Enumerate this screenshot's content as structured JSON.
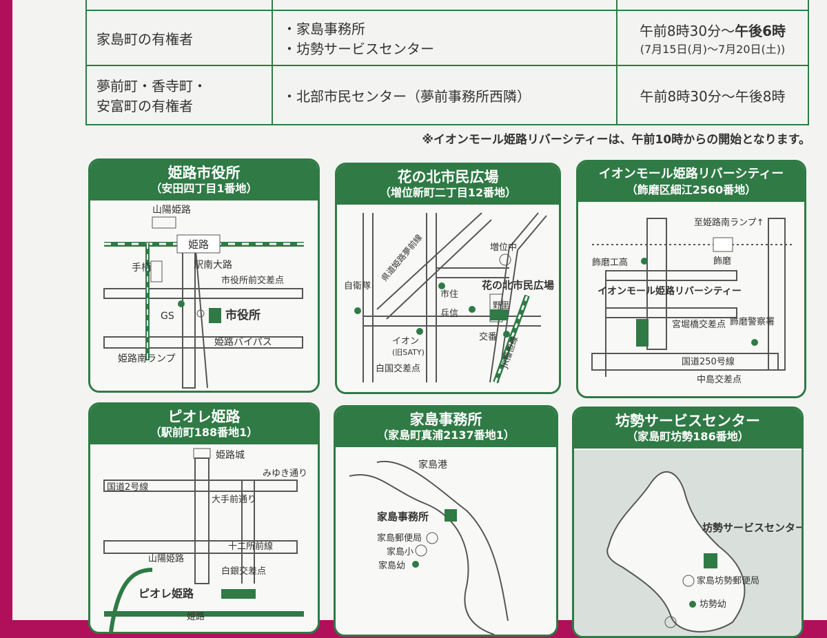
{
  "schedule": {
    "rows": [
      {
        "who": "家島町の有権者",
        "places": [
          "・家島事務所",
          "・坊勢サービスセンター"
        ],
        "time_a": "午前8時30分～",
        "time_b": "午後6時",
        "dates": "(7月15日(月)～7月20日(土))"
      },
      {
        "who_lines": [
          "夢前町・香寺町・",
          "安富町の有権者"
        ],
        "places": [
          "・北部市民センター（夢前事務所西隣）"
        ],
        "time": "午前8時30分～午後8時"
      }
    ],
    "note": "※イオンモール姫路リバーシティーは、午前10時からの開始となります。"
  },
  "cards": {
    "city_hall": {
      "title": "姫路市役所",
      "address": "（安田四丁目1番地）",
      "labels": {
        "sanyo": "山陽姫路",
        "himeji": "姫路",
        "tegara": "手柄",
        "ekinan": "駅南大路",
        "kousaten": "市役所前交差点",
        "gs": "GS",
        "main": "市役所",
        "bypass": "姫路バイパス",
        "ramp": "姫路南ランプ"
      }
    },
    "hananokita": {
      "title": "花の北市民広場",
      "address": "（増位新町二丁目12番地）",
      "labels": {
        "masui": "増位中",
        "jieitai": "自衛隊",
        "prefroad": "県道姫路夢前線",
        "shiju": "市住",
        "main": "花の北市民広場",
        "hyoshin": "兵信",
        "aeon": "イオン",
        "aeon_old": "(旧SATY)",
        "kousaten": "白国交差点",
        "koban": "交番",
        "noriba": "野里",
        "jr": "JR播但線"
      }
    },
    "aeon_mall": {
      "title": "イオンモール姫路リバーシティー",
      "address": "（飾磨区細江2560番地）",
      "labels": {
        "ramp": "至姫路南ランプ↑",
        "shikama": "飾磨",
        "kotaku": "飾磨工高",
        "main": "イオンモール姫路リバーシティー",
        "miyahori": "宮堀橋交差点",
        "police": "飾磨警察署",
        "route250": "国道250号線",
        "nakajima": "中島交差点"
      }
    },
    "piole": {
      "title": "ピオレ姫路",
      "address": "（駅前町188番地1）",
      "labels": {
        "castle": "姫路城",
        "route2": "国道2号線",
        "miyuki": "みゆき通り",
        "ote": "大手前通り",
        "juni": "十二所前線",
        "sanyo": "山陽姫路",
        "shirogane": "白銀交差点",
        "main": "ピオレ姫路",
        "himeji": "姫路"
      }
    },
    "ieshima": {
      "title": "家島事務所",
      "address": "（家島町真浦2137番地1）",
      "labels": {
        "port": "家島港",
        "main": "家島事務所",
        "post": "家島郵便局",
        "school": "家島小",
        "kinder": "家島幼"
      }
    },
    "bouze": {
      "title": "坊勢サービスセンター",
      "address": "（家島町坊勢186番地）",
      "labels": {
        "main": "坊勢サービスセンター",
        "post": "家島坊勢郵便局",
        "kinder": "坊勢幼"
      }
    }
  },
  "colors": {
    "accent": "#2f7a45",
    "text": "#333333",
    "paper": "#f3f4f1",
    "backdrop": "#b0105a"
  },
  "icons": [
    "school-icon",
    "post-office-icon",
    "landmark-dot-icon",
    "railway-icon",
    "gas-station-icon"
  ]
}
